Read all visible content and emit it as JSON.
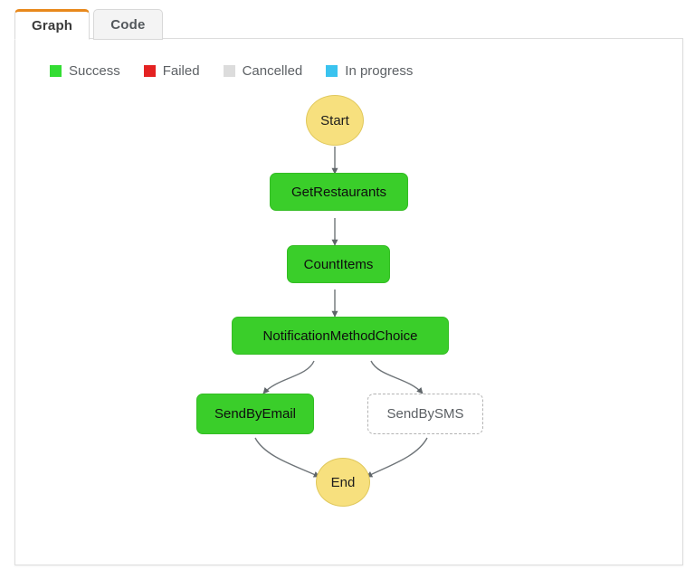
{
  "tabs": [
    {
      "label": "Graph",
      "state": "active"
    },
    {
      "label": "Code",
      "state": "inactive"
    }
  ],
  "legend": {
    "items": [
      {
        "label": "Success",
        "color": "#33dd33"
      },
      {
        "label": "Failed",
        "color": "#e42222"
      },
      {
        "label": "Cancelled",
        "color": "#dcdcdc"
      },
      {
        "label": "In progress",
        "color": "#3ac3ef"
      }
    ]
  },
  "graph": {
    "nodes": [
      {
        "id": "start",
        "label": "Start",
        "shape": "circle",
        "status": "Success"
      },
      {
        "id": "get",
        "label": "GetRestaurants",
        "shape": "box",
        "status": "Success"
      },
      {
        "id": "count",
        "label": "CountItems",
        "shape": "box",
        "status": "Success"
      },
      {
        "id": "choice",
        "label": "NotificationMethodChoice",
        "shape": "box",
        "status": "Success"
      },
      {
        "id": "email",
        "label": "SendByEmail",
        "shape": "box",
        "status": "Success"
      },
      {
        "id": "sms",
        "label": "SendBySMS",
        "shape": "box",
        "status": "Cancelled"
      },
      {
        "id": "end",
        "label": "End",
        "shape": "circle",
        "status": "Success"
      }
    ],
    "edges": [
      {
        "from": "start",
        "to": "get"
      },
      {
        "from": "get",
        "to": "count"
      },
      {
        "from": "count",
        "to": "choice"
      },
      {
        "from": "choice",
        "to": "email"
      },
      {
        "from": "choice",
        "to": "sms"
      },
      {
        "from": "email",
        "to": "end"
      },
      {
        "from": "sms",
        "to": "end"
      }
    ],
    "edge_color": "#6e7478"
  }
}
